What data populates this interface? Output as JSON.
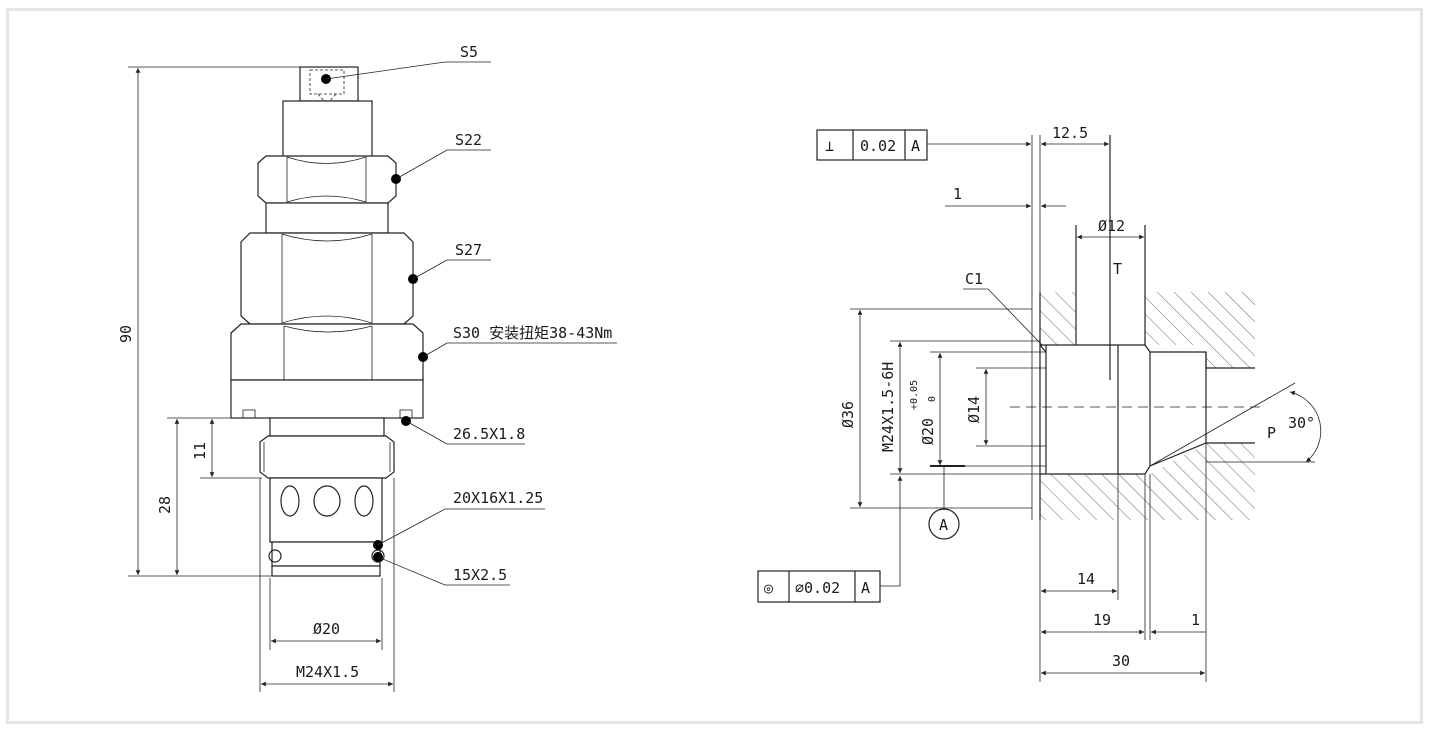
{
  "left_view": {
    "callouts": {
      "s5": "S5",
      "s22": "S22",
      "s27": "S27",
      "s30": "S30 安装扭矩38-43Nm",
      "oring1": "26.5X1.8",
      "oring2": "20X16X1.25",
      "oring3": "15X2.5"
    },
    "dims": {
      "height": "90",
      "d28": "28",
      "d11": "11",
      "dia20": "Ø20",
      "thread": "M24X1.5"
    }
  },
  "right_view": {
    "tolerance_top": {
      "symbol": "⊥",
      "value": "0.02",
      "datum": "A"
    },
    "tolerance_bottom": {
      "symbol": "◎",
      "value": "∅0.02",
      "datum": "A"
    },
    "datum_label": "A",
    "dims": {
      "d12_5": "12.5",
      "d1_top": "1",
      "dia12": "Ø12",
      "c1": "C1",
      "port_t": "T",
      "port_p": "P",
      "angle": "30°",
      "dia36": "Ø36",
      "thread": "M24X1.5-6H",
      "dia20": "Ø20",
      "tol_upper": "+0.05",
      "tol_lower": "0",
      "dia14": "Ø14",
      "d14": "14",
      "d19": "19",
      "d1_bottom": "1",
      "d30": "30"
    }
  }
}
